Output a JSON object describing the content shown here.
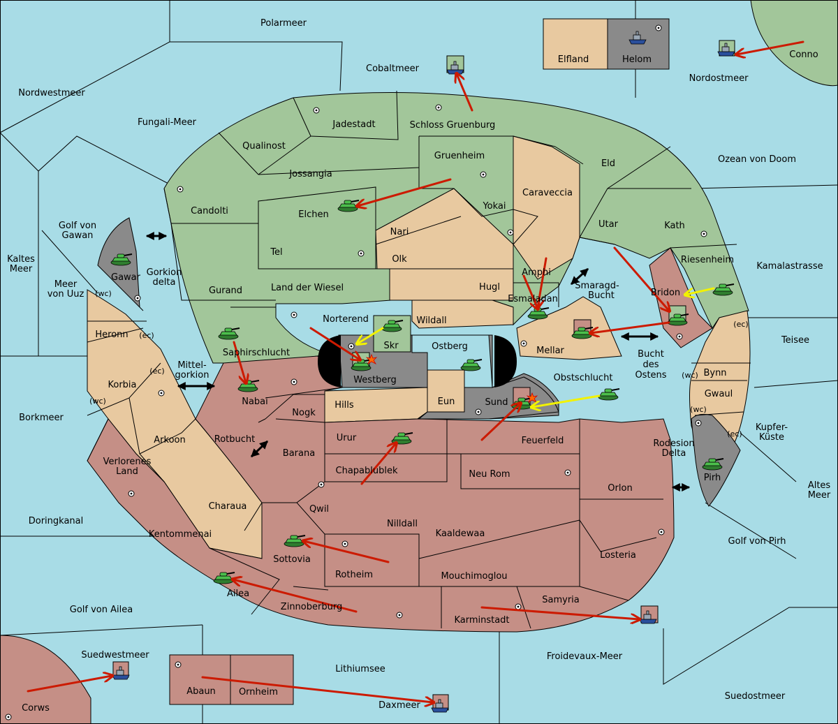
{
  "colors": {
    "sea": "#a8dce6",
    "green": "#a2c69a",
    "tan": "#e8c9a0",
    "red": "#c58f86",
    "gray": "#8a8a8a",
    "arrow_red": "#cc1a00",
    "arrow_yellow": "#f2f200",
    "arrow_black": "#000000",
    "tank": "#3aa53a"
  },
  "seas": {
    "polarmeer": "Polarmeer",
    "cobaltmeer": "Cobaltmeer",
    "nordwestmeer": "Nordwestmeer",
    "fungali": "Fungali-Meer",
    "nordostmeer": "Nordostmeer",
    "conno": "Conno",
    "ozean_doom": "Ozean von Doom",
    "golf_gawan_1": "Golf von",
    "golf_gawan_2": "Gawan",
    "kaltes_1": "Kaltes",
    "kaltes_2": "Meer",
    "meer_uuz_1": "Meer",
    "meer_uuz_2": "von Uuz",
    "gorkion_1": "Gorkion",
    "gorkion_2": "delta",
    "mittel_1": "Mittel-",
    "mittel_2": "gorkion",
    "kamalastrasse": "Kamalastrasse",
    "smaragd_1": "Smaragd-",
    "smaragd_2": "Bucht",
    "teisee": "Teisee",
    "bucht_1": "Bucht",
    "bucht_2": "des",
    "bucht_3": "Ostens",
    "borkmeer": "Borkmeer",
    "rotbucht": "Rotbucht",
    "kupfer_1": "Kupfer-",
    "kupfer_2": "Küste",
    "rodesion_1": "Rodesion",
    "rodesion_2": "Delta",
    "altes_1": "Altes",
    "altes_2": "Meer",
    "doringkanal": "Doringkanal",
    "golf_pirh": "Golf von Pirh",
    "golf_ailea": "Golf von Ailea",
    "suedwestmeer": "Suedwestmeer",
    "froidevaux": "Froidevaux-Meer",
    "lithiumsee": "Lithiumsee",
    "suedostmeer": "Suedostmeer",
    "daxmeer": "Daxmeer"
  },
  "territories": {
    "elfland": "Elfland",
    "helom": "Helom",
    "jadestadt": "Jadestadt",
    "schloss": "Schloss Gruenburg",
    "qualinost": "Qualinost",
    "gruenheim": "Gruenheim",
    "eld": "Eld",
    "jossangia": "Jossangia",
    "caraveccia": "Caraveccia",
    "candolti": "Candolti",
    "elchen": "Elchen",
    "yokai": "Yokai",
    "utar": "Utar",
    "kath": "Kath",
    "nari": "Nari",
    "tel": "Tel",
    "olk": "Olk",
    "riesenheim": "Riesenheim",
    "gawar": "Gawar",
    "amphi": "Amphi",
    "gurand": "Gurand",
    "land_wiesel": "Land der Wiesel",
    "hugl": "Hugl",
    "bridon": "Bridon",
    "esmaladan": "Esmaladan",
    "norterend": "Norterend",
    "wildall": "Wildall",
    "heronn": "Heronn",
    "skr": "Skr",
    "ostberg": "Ostberg",
    "mellar": "Mellar",
    "saphirschlucht": "Saphirschlucht",
    "westberg": "Westberg",
    "obstschlucht": "Obstschlucht",
    "bynn": "Bynn",
    "korbia": "Korbia",
    "nabai": "Nabai",
    "hills": "Hills",
    "eun": "Eun",
    "sund": "Sund",
    "gwaul": "Gwaul",
    "nogk": "Nogk",
    "arkoon": "Arkoon",
    "urur": "Urur",
    "feuerfeld": "Feuerfeld",
    "verlorenes_1": "Verlorenes",
    "verlorenes_2": "Land",
    "barana": "Barana",
    "chapablublek": "Chapablublek",
    "pirh": "Pirh",
    "neu_rom": "Neu Rom",
    "orlon": "Orlon",
    "charaua": "Charaua",
    "qwil": "Qwil",
    "nilldall": "Nilldall",
    "kentommenai": "Kentommenai",
    "kaaldewaa": "Kaaldewaa",
    "sottovia": "Sottovia",
    "losteria": "Losteria",
    "rotheim": "Rotheim",
    "mouchimoglou": "Mouchimoglou",
    "ailea": "Ailea",
    "samyria": "Samyria",
    "zinnoberburg": "Zinnoberburg",
    "karminstadt": "Karminstadt",
    "corws": "Corws",
    "abaun": "Abaun",
    "ornheim": "Ornheim"
  },
  "coast_tags": {
    "wc1": "(wc)",
    "ec1": "(ec)",
    "ec2": "(ec)",
    "wc2": "(wc)",
    "ec3": "(ec)",
    "wc3": "(wc)",
    "wc4": "(wc)",
    "ec4": "(ec)"
  }
}
